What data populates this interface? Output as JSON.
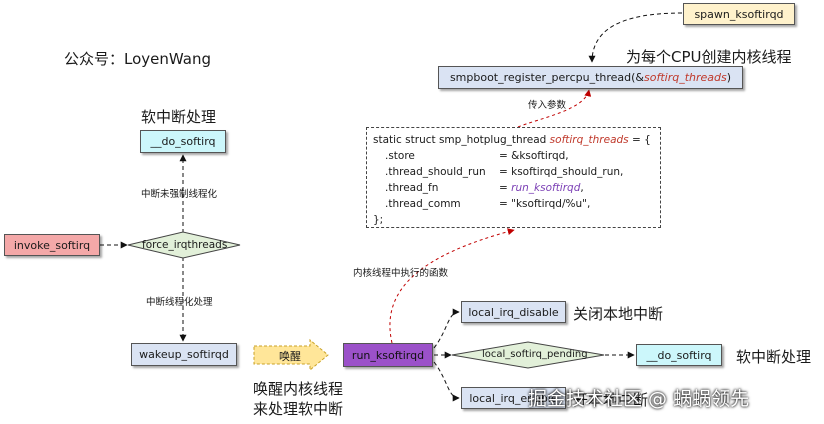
{
  "author": "公众号：LoyenWang",
  "nodes": {
    "spawn_ksoftirqd": "spawn_ksoftirqd",
    "smpboot_prefix": "smpboot_register_percpu_thread(&",
    "smpboot_arg": "softirq_threads",
    "smpboot_suffix": ")",
    "do_softirq_top": "__do_softirq",
    "invoke_softirq": "invoke_softirq",
    "force_irqthreads": "force_irqthreads",
    "wakeup_softirqd": "wakeup_softirqd",
    "run_ksoftirqd": "run_ksoftirqd",
    "local_irq_disable": "local_irq_disable",
    "local_softirq_pending": "local_softirq_pending",
    "do_softirq_right": "__do_softirq",
    "local_irq_enable": "local_irq_enable"
  },
  "labels": {
    "per_cpu": "为每个CPU创建内核线程",
    "pass_param": "传入参数",
    "softirq_top": "软中断处理",
    "not_forced": "中断未强制线程化",
    "threaded": "中断线程化处理",
    "wake_arrow": "唤醒",
    "wake_line1": "唤醒内核线程",
    "wake_line2": "来处理软中断",
    "kernel_exec": "内核线程中执行的函数",
    "close_irq": "关闭本地中断",
    "softirq_right": "软中断处理",
    "open_irq": "开本地中断"
  },
  "code": {
    "header_prefix": "static struct smp_hotplug_thread ",
    "header_name": "softirq_threads",
    "header_suffix": " = {",
    "rows": [
      {
        "field": ".store",
        "value": "= &ksoftirqd,"
      },
      {
        "field": ".thread_should_run",
        "value": "= ksoftirqd_should_run,"
      },
      {
        "field": ".thread_fn",
        "value_prefix": "= ",
        "value": "run_ksoftirqd",
        "value_suffix": ","
      },
      {
        "field": ".thread_comm",
        "value": "= \"ksoftirqd/%u\","
      }
    ],
    "footer": "};"
  },
  "watermark": "掘金技术社区 @ 蜗蜗领先",
  "colors": {
    "yellow_fill": "#fff2cc",
    "blue_fill": "#dae3f3",
    "cyan_fill": "#ccf7fb",
    "red_fill": "#f4a8a8",
    "green_fill": "#e2f0d9",
    "purple_fill": "#9b51c9",
    "highlight_red": "#c0392b",
    "highlight_purple": "#7b3fb5"
  }
}
